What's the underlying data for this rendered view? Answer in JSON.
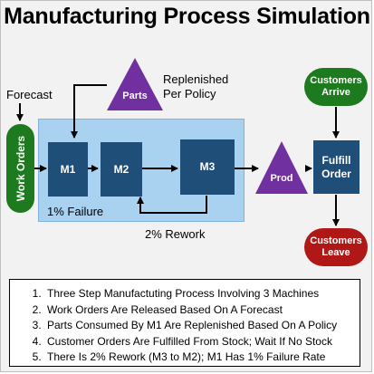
{
  "title": "Manufacturing Process Simulation",
  "forecast_label": "Forecast",
  "work_orders_label": "Work Orders",
  "parts_label": "Parts",
  "replenished_label_line1": "Replenished",
  "replenished_label_line2": "Per Policy",
  "machines": [
    {
      "label": "M1"
    },
    {
      "label": "M2"
    },
    {
      "label": "M3"
    }
  ],
  "failure_label": "1% Failure",
  "rework_label": "2% Rework",
  "prod_label": "Prod",
  "fulfill_label_line1": "Fulfill",
  "fulfill_label_line2": "Order",
  "customers_arrive_line1": "Customers",
  "customers_arrive_line2": "Arrive",
  "customers_leave_line1": "Customers",
  "customers_leave_line2": "Leave",
  "notes": [
    "Three Step Manufactuting Process Involving 3 Machines",
    "Work Orders Are Released Based On A Forecast",
    "Parts Consumed By M1 Are Replenished Based On A Policy",
    "Customer Orders Are Fulfilled From Stock; Wait If No Stock",
    "There Is 2% Rework (M3 to M2); M1 Has 1% Failure Rate"
  ],
  "colors": {
    "machine_box": "#1f4e79",
    "process_area": "#a9d1f0",
    "triangle": "#7030a0",
    "green_pill": "#1e7a1e",
    "red_pill": "#b01818"
  }
}
